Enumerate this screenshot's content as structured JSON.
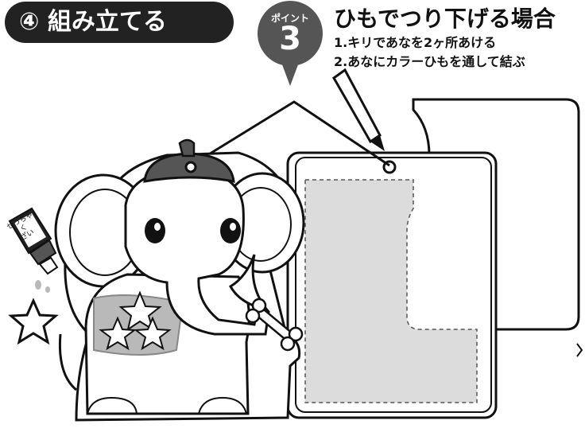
{
  "step": {
    "number_label": "④",
    "title": "組み立てる"
  },
  "point": {
    "label": "ポイント",
    "number": "3"
  },
  "hanging": {
    "title": "ひもでつり下げる場合",
    "steps": [
      "1.キリであなを2ヶ所あける",
      "2.あなにカラーひもを通して結ぶ"
    ]
  },
  "glue_bottle": {
    "label_line1": "せっちゃく",
    "label_line2": "ざい"
  },
  "icons": {
    "awl": "awl-icon",
    "glue": "glue-bottle-icon",
    "elephant": "elephant-illustration",
    "card": "stand-card"
  },
  "colors": {
    "dark": "#222222",
    "gray": "#b9b9b9",
    "line": "#111111"
  }
}
